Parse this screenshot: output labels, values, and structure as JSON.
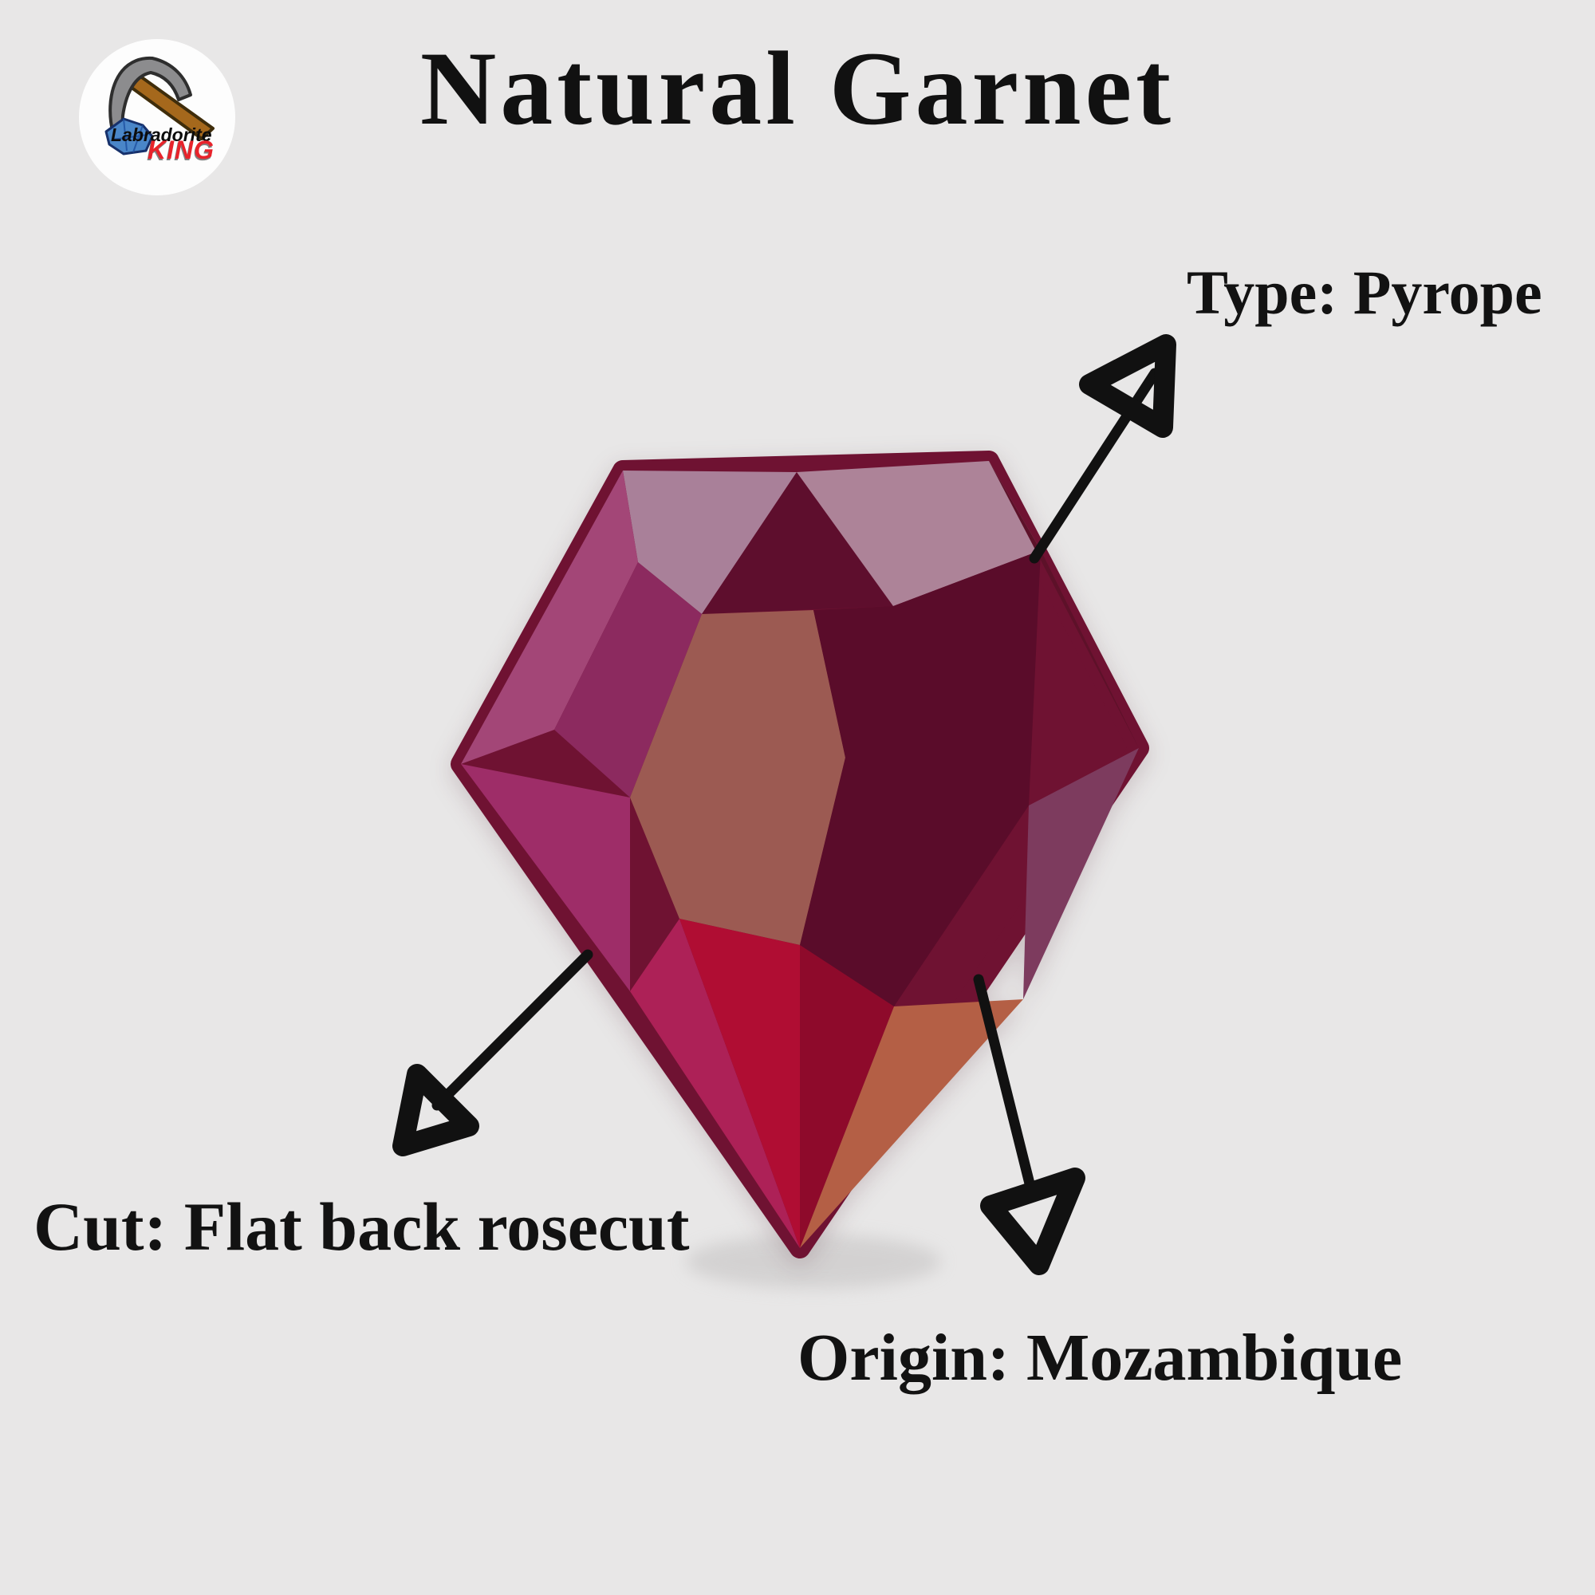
{
  "page": {
    "background_color": "#e8e7e7",
    "text_color": "#131313"
  },
  "logo": {
    "brand_top": "Labradorite",
    "brand_bottom": "KING",
    "brand_bottom_color": "#e8232b",
    "badge_color": "#fdfdfd",
    "colors": {
      "pick_head": "#8c8c8e",
      "pick_outline": "#2e2e2e",
      "handle": "#a5681c",
      "handle_outline": "#3f2d0b",
      "stone": "#4a86c8",
      "stone_outline": "#17316b"
    }
  },
  "title": "Natural Garnet",
  "annotations": {
    "arrow_color": "#111111",
    "type": {
      "label": "Type: Pyrope"
    },
    "cut": {
      "label": "Cut: Flat back rosecut"
    },
    "origin": {
      "label": "Origin: Mozambique"
    }
  },
  "gem": {
    "palette": {
      "base": "#6f1232",
      "topLeftMauve": "#a98099",
      "topDarkTriangle": "#5e0e2d",
      "topRightMauve": "#ad8398",
      "rightUpperDark": "#5d1129",
      "leftPink": "#a34677",
      "leftPurple": "#8c2a5f",
      "leftEdgeMagenta": "#9e2d68",
      "centerBrick": "#9c5a52",
      "centerDark": "#5a0c2a",
      "rightLowerPurple": "#7d3b5e",
      "fanMagenta": "#ad2157",
      "fanCrimson": "#b00d33",
      "fanDeepRed": "#8e0a2b",
      "fanSalmon": "#b45f45",
      "shadow": "#c6c4c4"
    }
  }
}
